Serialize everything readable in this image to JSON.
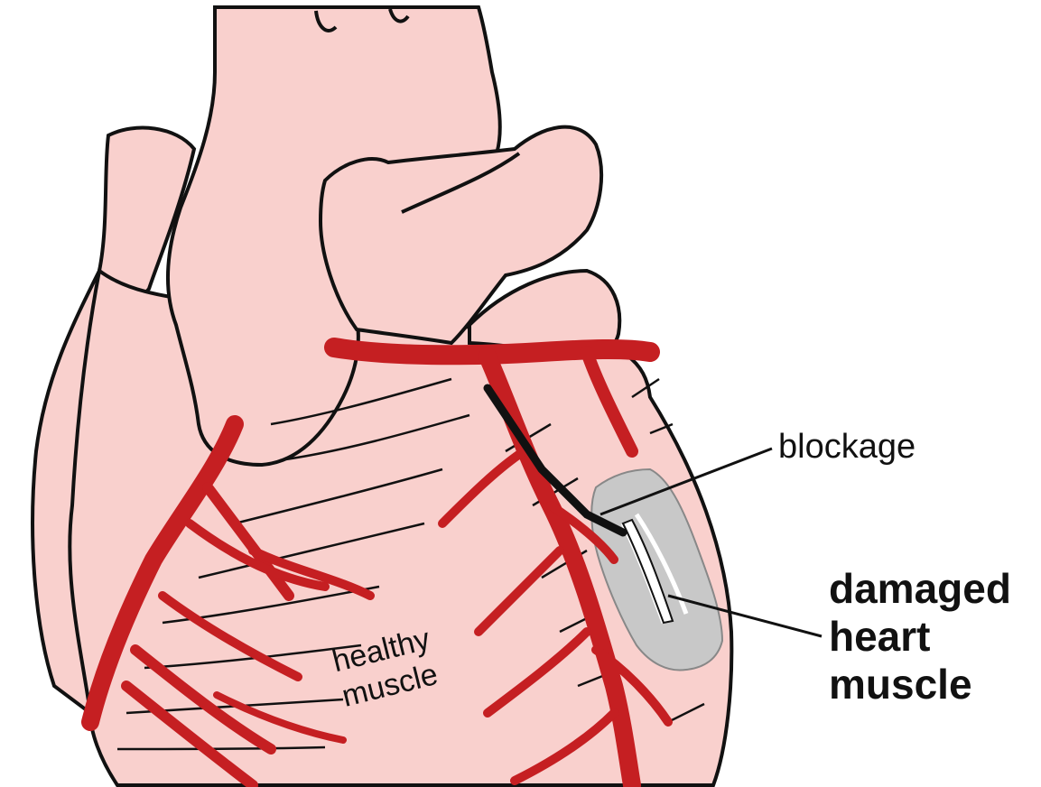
{
  "labels": {
    "blockage": "blockage",
    "damaged": [
      "damaged",
      "heart",
      "muscle"
    ],
    "healthy": [
      "healthy",
      "muscle"
    ]
  },
  "colors": {
    "heart_fill": "#f9d0cd",
    "artery": "#c51f22",
    "outline": "#111111",
    "damaged_area": "#c8c8c8",
    "background": "#ffffff"
  }
}
